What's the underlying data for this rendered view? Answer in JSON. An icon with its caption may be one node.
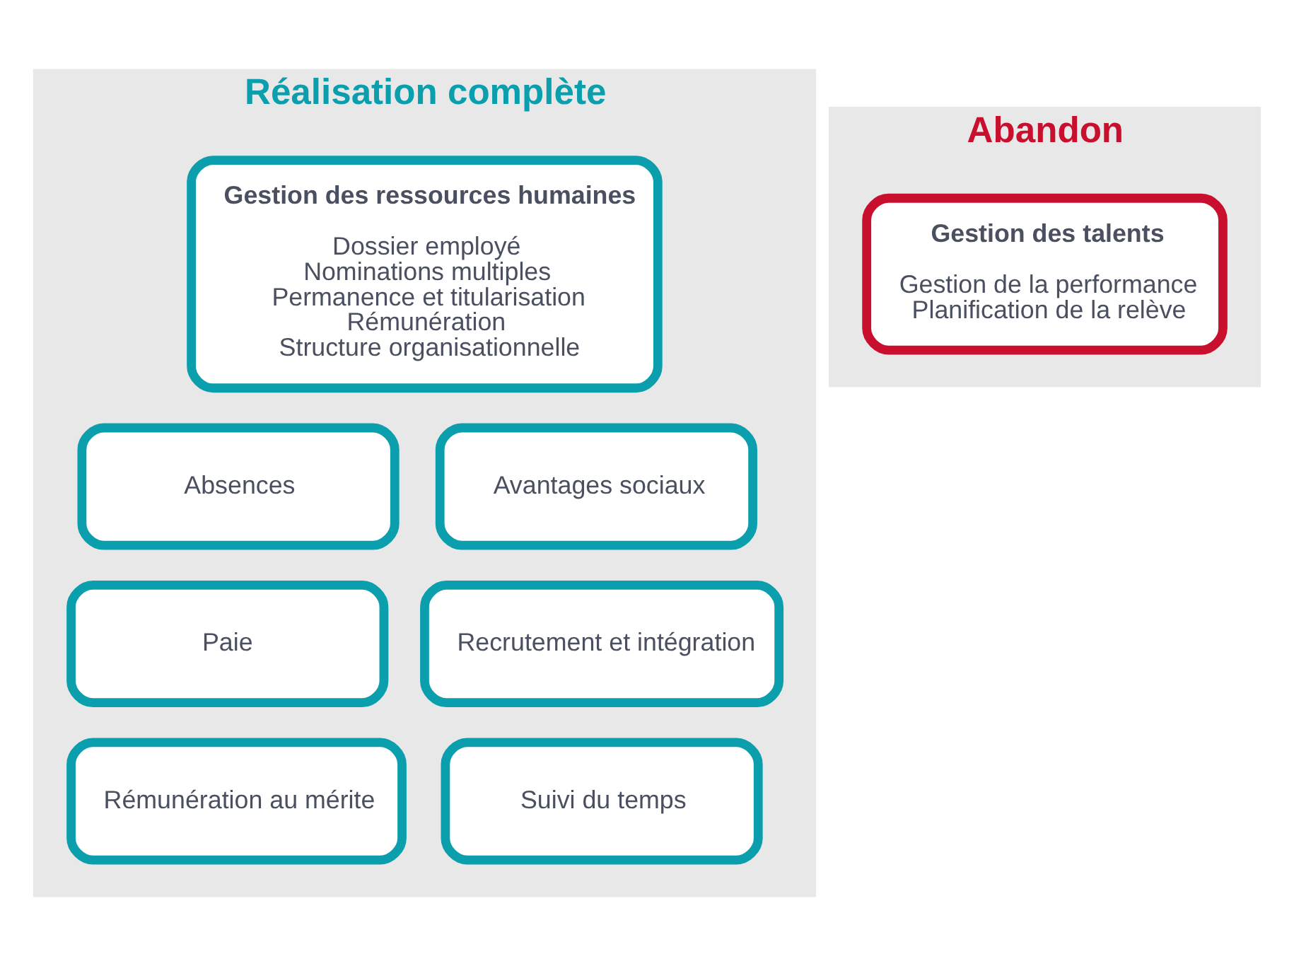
{
  "diagram": {
    "nodes": [
      {
        "text": [
          "Réalisation complète"
        ]
      },
      {
        "text": [
          "Gestion des ressources humaines",
          "Dossier employé",
          "Nominations multiples",
          "Permanence et titularisation",
          "Rémunération",
          "Structure organisationnelle"
        ],
        "in": 0
      },
      {
        "text": [
          "Absences"
        ],
        "in": 0
      },
      {
        "text": [
          "Avantages sociaux"
        ],
        "in": 0
      },
      {
        "text": [
          "Paie"
        ],
        "in": 0
      },
      {
        "text": [
          "Recrutement et intégration"
        ],
        "in": 0
      },
      {
        "text": [
          "Rémunération au mérite"
        ],
        "in": 0
      },
      {
        "text": [
          "Suivi du temps"
        ],
        "in": 0
      },
      {
        "text": [
          "Abandon"
        ]
      },
      {
        "text": [
          "Gestion des talents",
          "Gestion de la performance",
          "Planification de la relève"
        ],
        "in": 8
      }
    ],
    "edges": []
  }
}
